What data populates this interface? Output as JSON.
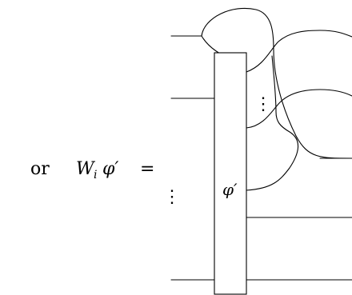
{
  "equation": {
    "prefix": "or",
    "lhs_symbol": "W",
    "lhs_subscript": "i",
    "lhs_operand": "φ′",
    "equals": "="
  },
  "diagram": {
    "box_label": "φ′",
    "ellipsis": "⋮",
    "stroke_color": "#000000",
    "background_color": "#ffffff"
  }
}
